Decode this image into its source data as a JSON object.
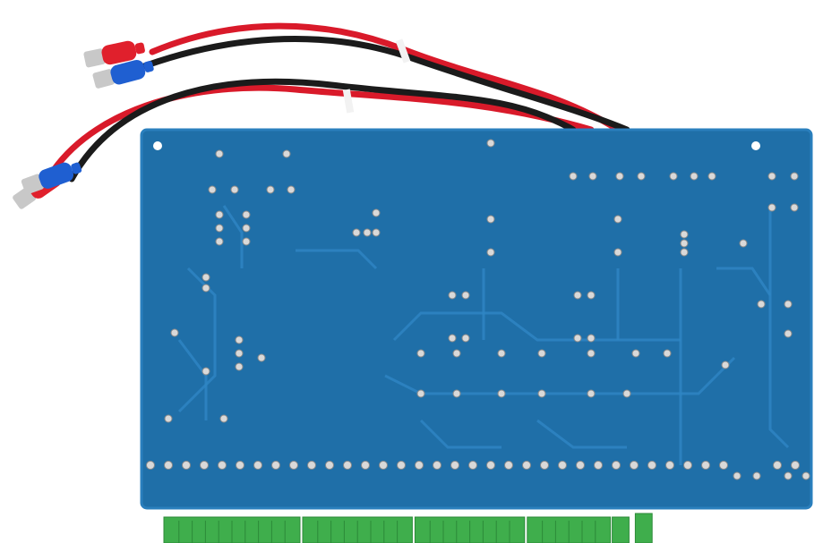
{
  "photo": {
    "subject": "PCB",
    "colors": {
      "background": "#ffffff",
      "board": "#1f6fa8",
      "board_edge": "#2a7fbd",
      "trace": "#2f86c4",
      "solder": "#d9d9d9",
      "solder_dark": "#8a8a8a",
      "wire_red": "#d91a2a",
      "wire_black": "#1b1b1b",
      "terminal_red": "#e0202c",
      "terminal_blue": "#1f5fd1",
      "connector_green": "#3fae4c",
      "tie_white": "#f2f2f2"
    },
    "terminal_block_groups": [
      10,
      8,
      8,
      6,
      1,
      1
    ]
  }
}
